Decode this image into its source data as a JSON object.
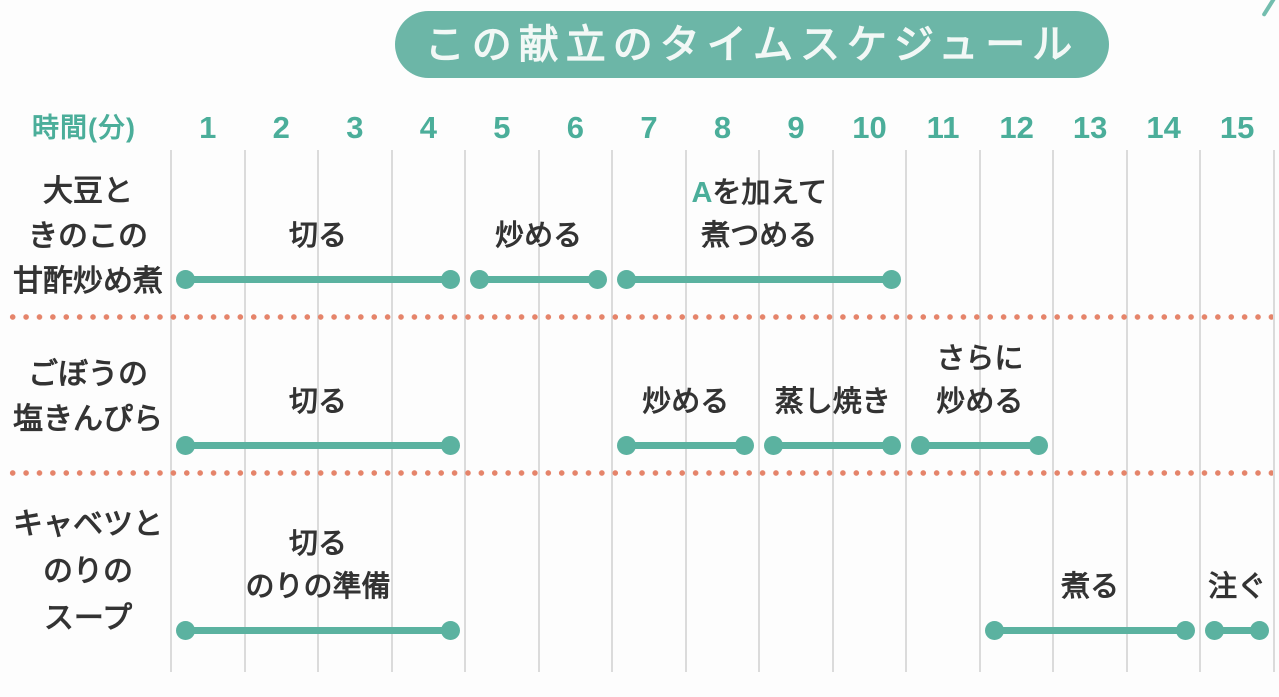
{
  "page": {
    "title_badge": "この献立のタイムスケジュール"
  },
  "colors": {
    "background": "#FDFDFD",
    "teal_bar": "#5BB2A0",
    "teal_text": "#4BAE9A",
    "pill_background": "#6CB6A7",
    "pill_text": "#F2F8F6",
    "ink": "#333333",
    "gridline": "#DBDBDB",
    "separator_dot": "#E5846A"
  },
  "chart_data": {
    "type": "bar",
    "subtype": "gantt-timeline",
    "title": "この献立のタイムスケジュール",
    "x_axis_label": "時間(分)",
    "x_ticks": [
      "1",
      "2",
      "3",
      "4",
      "5",
      "6",
      "7",
      "8",
      "9",
      "10",
      "11",
      "12",
      "13",
      "14",
      "15"
    ],
    "xlim": [
      0,
      15
    ],
    "grid": true,
    "legend": "none",
    "rows": [
      {
        "dish": "大豆ときのこの甘酢炒め煮",
        "dish_lines": [
          "大豆と",
          "きのこの",
          "甘酢炒め煮"
        ],
        "tasks": [
          {
            "label": "切る",
            "label_lines": [
              "切る"
            ],
            "start_min": 0,
            "end_min": 4
          },
          {
            "label": "炒める",
            "label_lines": [
              "炒める"
            ],
            "start_min": 4,
            "end_min": 6
          },
          {
            "label": "Aを加えて煮つめる",
            "label_lines": [
              "Aを加えて",
              "煮つめる"
            ],
            "accent_first_char": true,
            "start_min": 6,
            "end_min": 10
          }
        ]
      },
      {
        "dish": "ごぼうの塩きんぴら",
        "dish_lines": [
          "ごぼうの",
          "塩きんぴら"
        ],
        "tasks": [
          {
            "label": "切る",
            "label_lines": [
              "切る"
            ],
            "start_min": 0,
            "end_min": 4
          },
          {
            "label": "炒める",
            "label_lines": [
              "炒める"
            ],
            "start_min": 6,
            "end_min": 8
          },
          {
            "label": "蒸し焼き",
            "label_lines": [
              "蒸し焼き"
            ],
            "start_min": 8,
            "end_min": 10
          },
          {
            "label": "さらに炒める",
            "label_lines": [
              "さらに",
              "炒める"
            ],
            "start_min": 10,
            "end_min": 12
          }
        ]
      },
      {
        "dish": "キャベツとのりのスープ",
        "dish_lines": [
          "キャベツと",
          "のりの",
          "スープ"
        ],
        "tasks": [
          {
            "label": "切る のりの準備",
            "label_lines": [
              "切る",
              "のりの準備"
            ],
            "start_min": 0,
            "end_min": 4
          },
          {
            "label": "煮る",
            "label_lines": [
              "煮る"
            ],
            "start_min": 11,
            "end_min": 14
          },
          {
            "label": "注ぐ",
            "label_lines": [
              "注ぐ"
            ],
            "start_min": 14,
            "end_min": 15
          }
        ]
      }
    ]
  }
}
